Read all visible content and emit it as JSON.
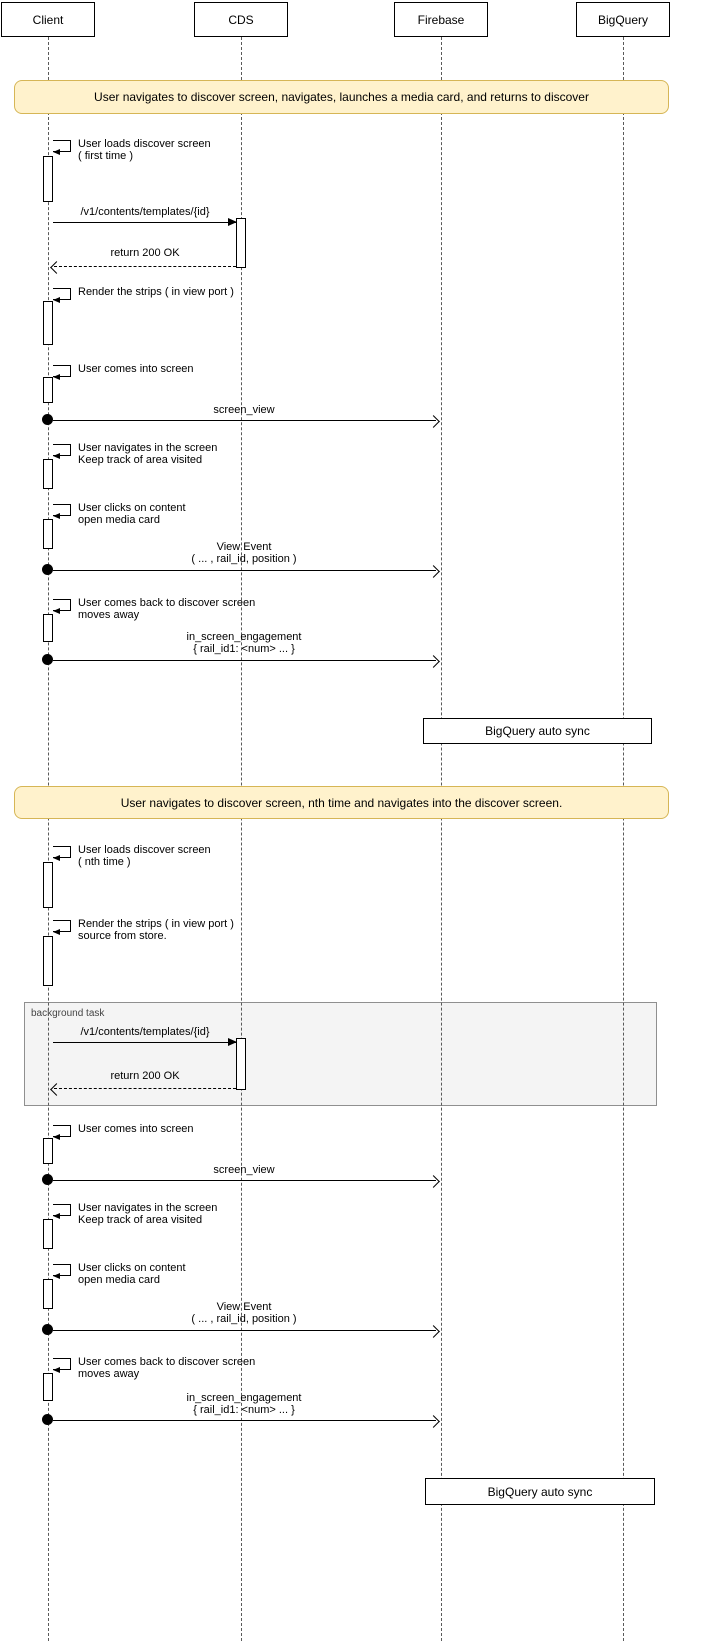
{
  "actors": {
    "client": "Client",
    "cds": "CDS",
    "firebase": "Firebase",
    "bigquery": "BigQuery"
  },
  "s1": {
    "banner": "User navigates to discover screen, navigates, launches a media card, and returns to discover",
    "load_l1": "User loads discover screen",
    "load_l2": "( first time )",
    "cds_call": "/v1/contents/templates/{id}",
    "cds_return": "return 200 OK",
    "render": "Render the strips ( in view port )",
    "comes_into": "User comes into screen",
    "screen_view": "screen_view",
    "nav_l1": "User navigates in the screen",
    "nav_l2": "Keep track of area visited",
    "click_l1": "User clicks on content",
    "click_l2": "open media card",
    "view_l1": "View Event",
    "view_l2": "( ... , rail_id, position )",
    "back_l1": "User comes back to discover screen",
    "back_l2": "moves away",
    "eng_l1": "in_screen_engagement",
    "eng_l2": "{ rail_id1: <num> ... }",
    "bq_sync": "BigQuery auto sync"
  },
  "s2": {
    "banner": "User navigates to discover screen, nth time and navigates into the discover screen.",
    "load_l1": "User loads discover screen",
    "load_l2": "( nth time )",
    "render_l1": "Render the strips ( in view port )",
    "render_l2": "source from store.",
    "bg_task": "background task",
    "cds_call": "/v1/contents/templates/{id}",
    "cds_return": "return 200 OK",
    "comes_into": "User comes into screen",
    "screen_view": "screen_view",
    "nav_l1": "User navigates in the screen",
    "nav_l2": "Keep track of area visited",
    "click_l1": "User clicks on content",
    "click_l2": "open media card",
    "view_l1": "View Event",
    "view_l2": "( ... , rail_id, position )",
    "back_l1": "User comes back to discover screen",
    "back_l2": "moves away",
    "eng_l1": "in_screen_engagement",
    "eng_l2": "{ rail_id1: <num> ... }",
    "bq_sync": "BigQuery auto sync"
  },
  "colors": {
    "banner_bg": "#fff2cc",
    "banner_border": "#d6b656",
    "frame_bg": "#f4f4f4",
    "line": "#000000"
  }
}
